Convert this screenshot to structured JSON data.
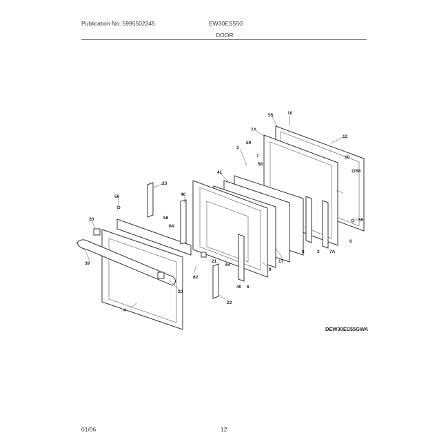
{
  "header": {
    "publication": "Publication No: 5995502345",
    "model": "EW30ES55G",
    "section_title": "DOOR"
  },
  "diagram": {
    "code": "DEW30ES55GWA",
    "callouts": [
      "55",
      "10",
      "7A",
      "12",
      "3",
      "59",
      "7",
      "58",
      "10",
      "41",
      "23",
      "40",
      "56",
      "64",
      "58",
      "20",
      "58",
      "55",
      "6",
      "9",
      "7A",
      "3",
      "8",
      "39",
      "17",
      "21",
      "82",
      "64",
      "40",
      "6",
      "20",
      "4",
      "23"
    ]
  },
  "footer": {
    "date": "01/06",
    "page": "12"
  }
}
